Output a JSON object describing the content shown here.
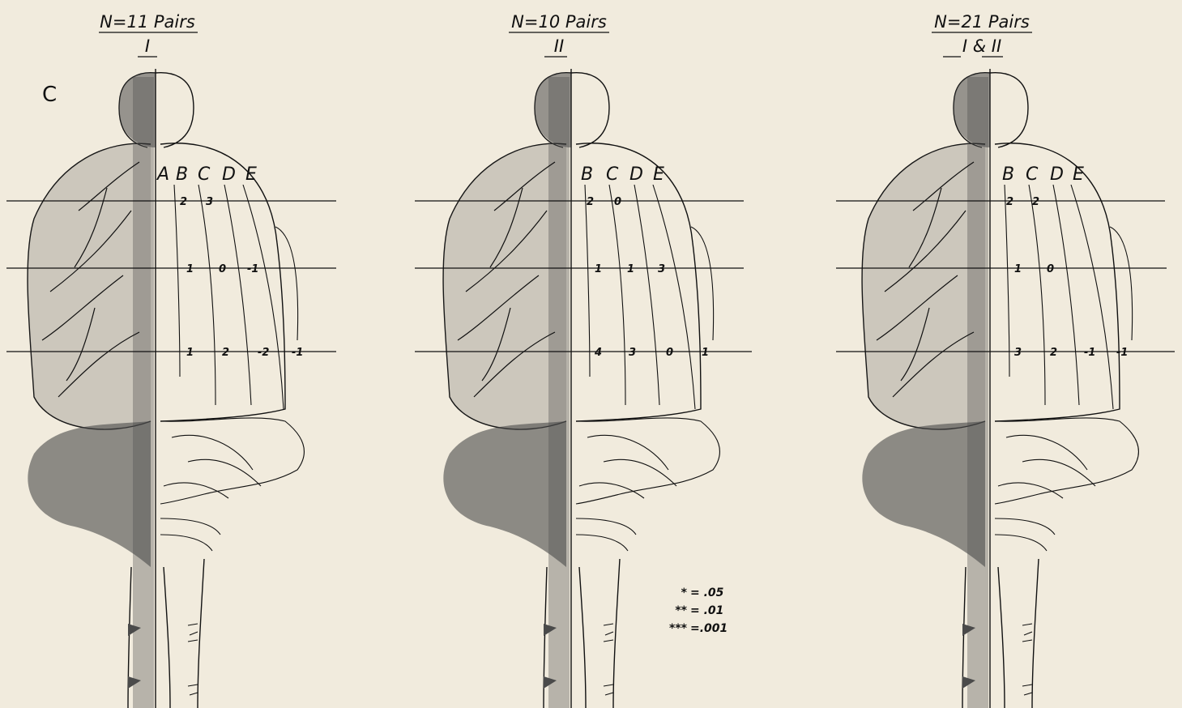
{
  "panel_label": "C",
  "column_labels": [
    "A",
    "B",
    "C",
    "D",
    "E"
  ],
  "panels": [
    {
      "title": "N=11 Pairs",
      "group": "I",
      "rows": [
        [
          "2",
          "3"
        ],
        [
          "1",
          "0",
          "-1"
        ],
        [
          "1",
          "2",
          "-2",
          "-1"
        ]
      ]
    },
    {
      "title": "N=10 Pairs",
      "group": "II",
      "rows": [
        [
          "2",
          "0"
        ],
        [
          "1",
          "1",
          "3"
        ],
        [
          "4",
          "3",
          "0",
          "1"
        ]
      ]
    },
    {
      "title": "N=21 Pairs",
      "group": "I & II",
      "rows": [
        [
          "2",
          "2"
        ],
        [
          "1",
          "0"
        ],
        [
          "3",
          "2",
          "-1",
          "-1"
        ]
      ]
    }
  ],
  "significance_key": [
    {
      "symbol": "*",
      "value": "= .05"
    },
    {
      "symbol": "**",
      "value": "= .01"
    },
    {
      "symbol": "***",
      "value": "=.001"
    }
  ]
}
